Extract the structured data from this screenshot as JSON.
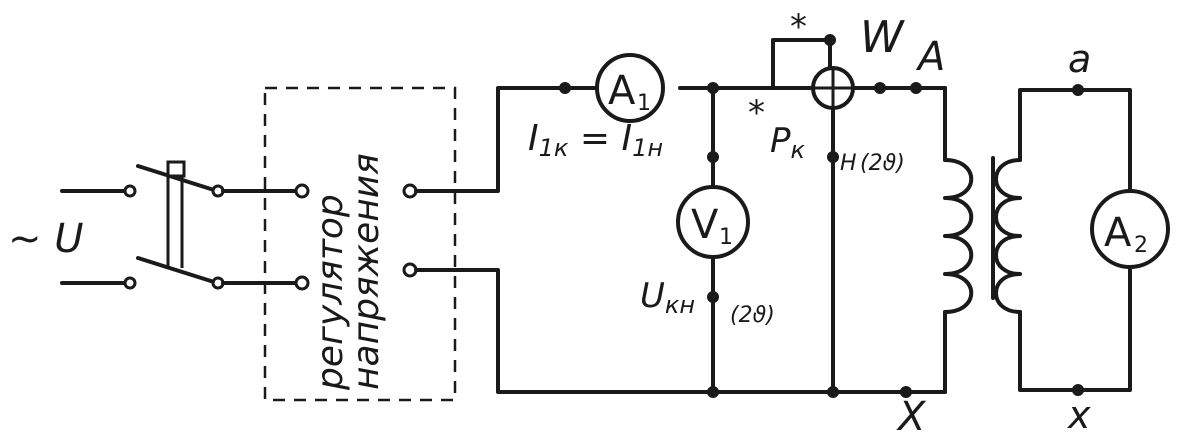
{
  "source": {
    "label": "~ U"
  },
  "regulator": {
    "line1": "регулятор",
    "line2": "напряжения"
  },
  "ammeter1": {
    "symbol": "A",
    "subscript": "1"
  },
  "voltmeter1": {
    "symbol": "V",
    "subscript": "1"
  },
  "ammeter2": {
    "symbol": "A",
    "subscript": "2"
  },
  "wattmeter": {
    "label": "W",
    "star_top": "*",
    "star_bottom": "*"
  },
  "labels": {
    "current_eq": "I",
    "current_eq_sub1": "1к",
    "current_eq_mid": " = I",
    "current_eq_sub2": "1н",
    "voltage": "U",
    "voltage_sub": "кн",
    "voltage_note": "(2ϑ)",
    "power": "P",
    "power_sub": "к",
    "power_h": "H",
    "power_note": "(2ϑ)",
    "primary_top": "A",
    "primary_bottom": "X",
    "secondary_top": "a",
    "secondary_bottom": "x"
  }
}
